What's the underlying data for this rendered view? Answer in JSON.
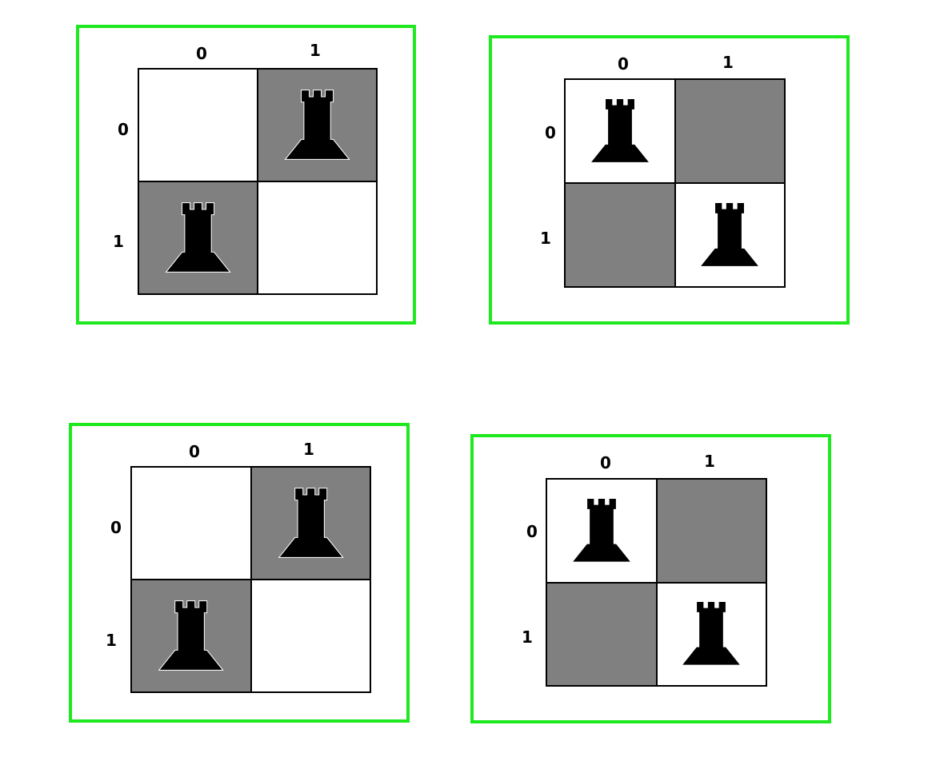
{
  "colors": {
    "frame": "#1ee81e",
    "light_square": "#ffffff",
    "dark_square": "#808080",
    "piece": "#000000"
  },
  "diagrams": [
    {
      "col_labels": [
        "0",
        "1"
      ],
      "row_labels": [
        "0",
        "1"
      ],
      "cells": [
        [
          {
            "shade": "light",
            "piece": ""
          },
          {
            "shade": "dark",
            "piece": "rook"
          }
        ],
        [
          {
            "shade": "dark",
            "piece": "rook"
          },
          {
            "shade": "light",
            "piece": ""
          }
        ]
      ]
    },
    {
      "col_labels": [
        "0",
        "1"
      ],
      "row_labels": [
        "0",
        "1"
      ],
      "cells": [
        [
          {
            "shade": "light",
            "piece": "rook"
          },
          {
            "shade": "dark",
            "piece": ""
          }
        ],
        [
          {
            "shade": "dark",
            "piece": ""
          },
          {
            "shade": "light",
            "piece": "rook"
          }
        ]
      ]
    },
    {
      "col_labels": [
        "0",
        "1"
      ],
      "row_labels": [
        "0",
        "1"
      ],
      "cells": [
        [
          {
            "shade": "light",
            "piece": ""
          },
          {
            "shade": "dark",
            "piece": "rook"
          }
        ],
        [
          {
            "shade": "dark",
            "piece": "rook"
          },
          {
            "shade": "light",
            "piece": ""
          }
        ]
      ]
    },
    {
      "col_labels": [
        "0",
        "1"
      ],
      "row_labels": [
        "0",
        "1"
      ],
      "cells": [
        [
          {
            "shade": "light",
            "piece": "rook"
          },
          {
            "shade": "dark",
            "piece": ""
          }
        ],
        [
          {
            "shade": "dark",
            "piece": ""
          },
          {
            "shade": "light",
            "piece": "rook"
          }
        ]
      ]
    }
  ],
  "icons": {
    "piece_icon": "rook-icon"
  }
}
